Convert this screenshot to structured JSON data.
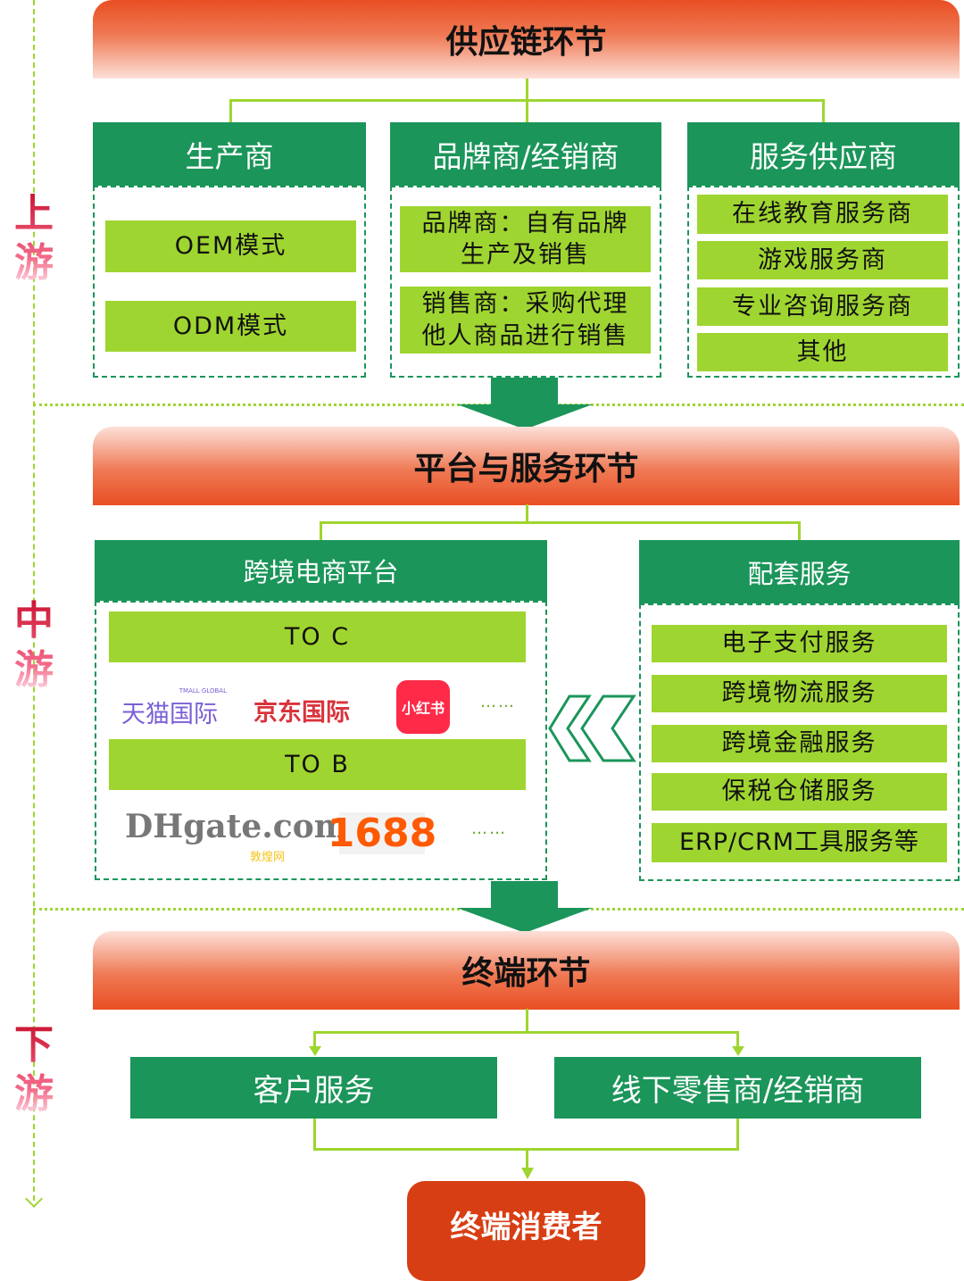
{
  "side_labels": {
    "upstream": "上游",
    "midstream": "中游",
    "downstream": "下游"
  },
  "supply": {
    "title": "供应链环节",
    "producer": {
      "title": "生产商",
      "items": [
        "OEM模式",
        "ODM模式"
      ]
    },
    "brand": {
      "title": "品牌商/经销商",
      "items": [
        "品牌商：自有品牌\n生产及销售",
        "销售商：采购代理\n他人商品进行销售"
      ]
    },
    "service": {
      "title": "服务供应商",
      "items": [
        "在线教育服务商",
        "游戏服务商",
        "专业咨询服务商",
        "其他"
      ]
    }
  },
  "platform": {
    "title": "平台与服务环节",
    "ecommerce": {
      "title": "跨境电商平台",
      "to_c": "TO C",
      "to_b": "TO B",
      "c_logos": [
        "天猫国际",
        "京东国际",
        "小红书"
      ],
      "b_logos": [
        "DHgate.com",
        "1688"
      ],
      "ellipsis": "……",
      "tmall_sub": "TMALL GLOBAL",
      "dh_sub": "敦煌网"
    },
    "support": {
      "title": "配套服务",
      "items": [
        "电子支付服务",
        "跨境物流服务",
        "跨境金融服务",
        "保税仓储服务",
        "ERP/CRM工具服务等"
      ]
    }
  },
  "terminal": {
    "title": "终端环节",
    "customer_service": "客户服务",
    "offline": "线下零售商/经销商",
    "consumer": "终端消费者"
  },
  "colors": {
    "dark_green": "#1b955a",
    "light_green": "#9fd530",
    "red": "#d83e14"
  }
}
